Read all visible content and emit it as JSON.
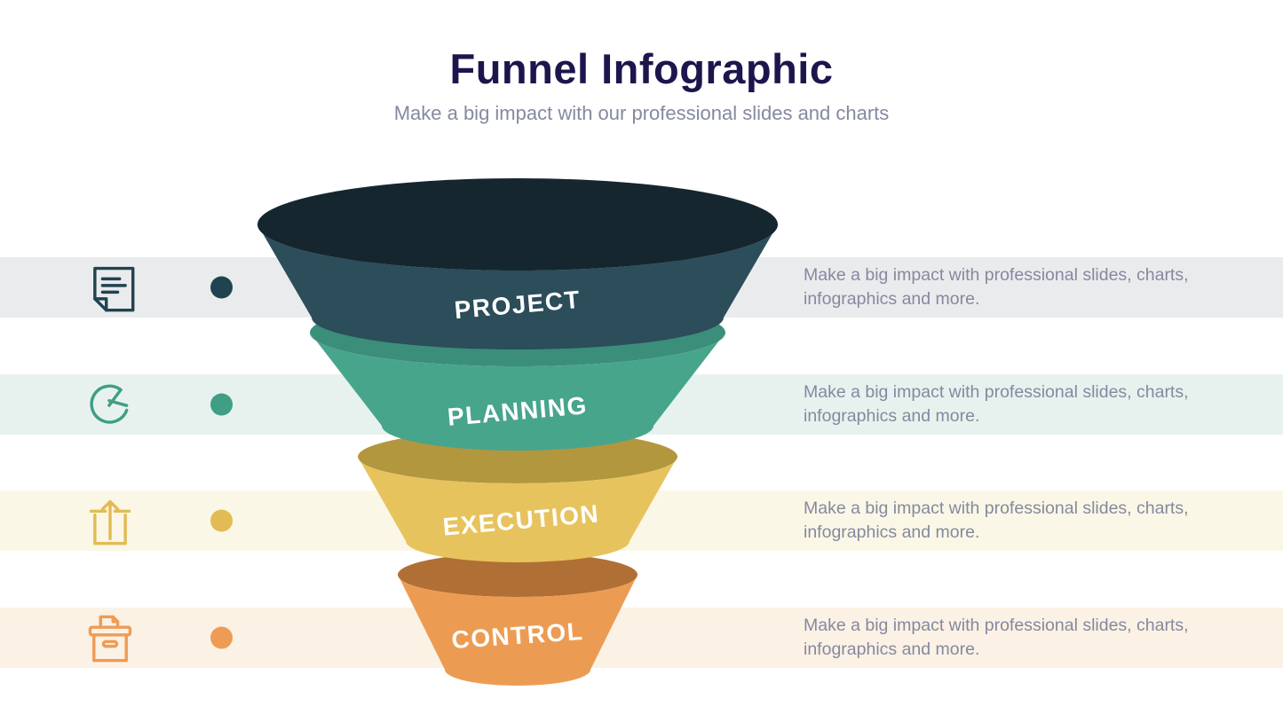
{
  "header": {
    "title": "Funnel Infographic",
    "subtitle": "Make a big impact with our professional slides and charts"
  },
  "funnel": {
    "label_text_color": "#ffffff",
    "stages": [
      {
        "label": "PROJECT",
        "description": "Make a big impact with professional slides, charts, infographics and more.",
        "body_color": "#2c4d5a",
        "top_color": "#15262f",
        "band_color": "#eaebed",
        "accent_color": "#1f444f",
        "icon": "note-document-icon"
      },
      {
        "label": "PLANNING",
        "description": "Make a big impact with professional slides, charts, infographics and more.",
        "body_color": "#47a58c",
        "top_color": "#3b8e7a",
        "band_color": "#e7f2ee",
        "accent_color": "#3f9e85",
        "icon": "pie-chart-icon"
      },
      {
        "label": "EXECUTION",
        "description": "Make a big impact with professional slides, charts, infographics and more.",
        "body_color": "#e7c35e",
        "top_color": "#b2973f",
        "band_color": "#fbf7e6",
        "accent_color": "#e2bb55",
        "icon": "box-arrow-up-icon"
      },
      {
        "label": "CONTROL",
        "description": "Make a big impact with professional slides, charts, infographics and more.",
        "body_color": "#ec9c52",
        "top_color": "#b06f35",
        "band_color": "#fcf1e5",
        "accent_color": "#ee9c55",
        "icon": "archive-box-icon"
      }
    ]
  }
}
